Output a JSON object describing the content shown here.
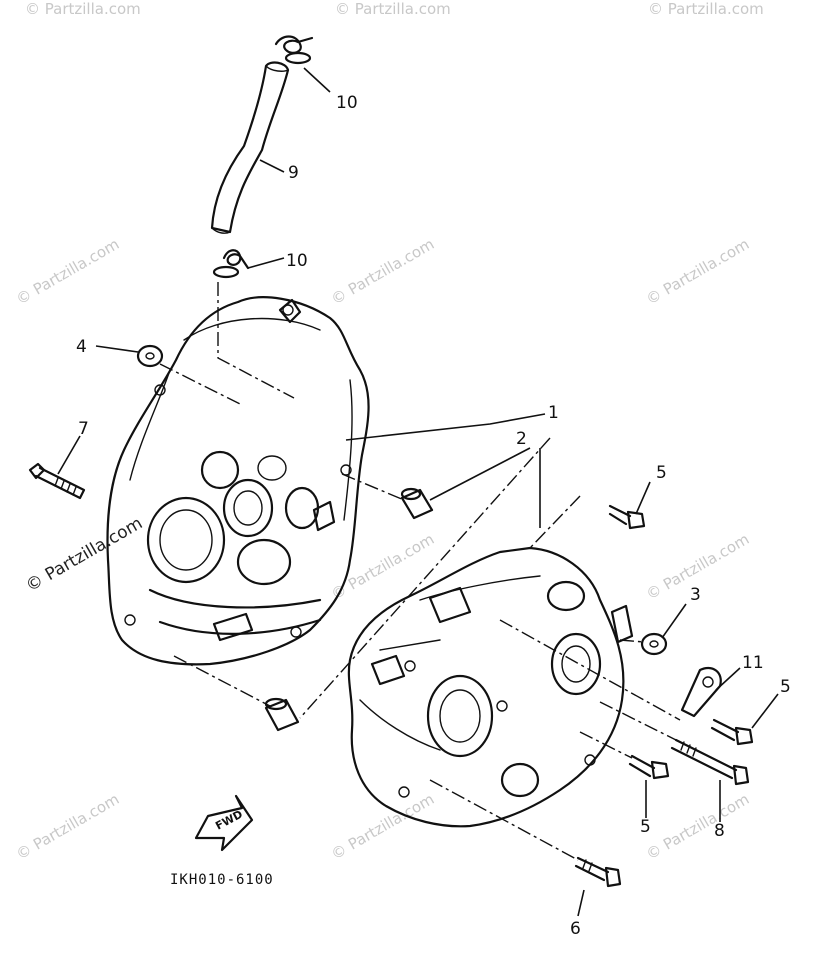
{
  "callouts": {
    "c1": "1",
    "c2": "2",
    "c3": "3",
    "c4": "4",
    "c5a": "5",
    "c5b": "5",
    "c5c": "5",
    "c6": "6",
    "c7": "7",
    "c8": "8",
    "c9": "9",
    "c10a": "10",
    "c10b": "10",
    "c11": "11"
  },
  "diagram_code": "IKH010-6100",
  "fwd_label": "FWD",
  "watermark": "© Partzilla.com"
}
